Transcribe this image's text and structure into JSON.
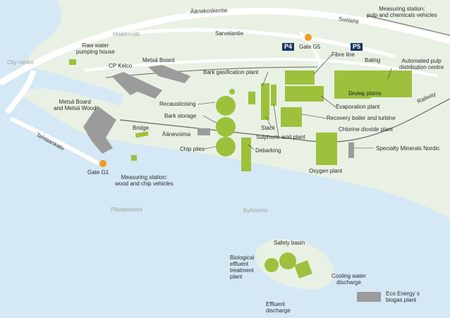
{
  "colors": {
    "land": "#e9f1e4",
    "water": "#d4e8f5",
    "road": "#ffffff",
    "building_green": "#9dc13c",
    "building_gray": "#9b9b9b",
    "gate": "#f49a1c",
    "parking": "#1f3563",
    "rail": "#666666"
  },
  "roads": {
    "aanekoskentie": "Äänekoskentie",
    "suolahti": "Suolahti",
    "sarvelantie": "Sarvelantie",
    "tehtaankatu": "Tehtaankatu",
    "railway": "Railway"
  },
  "areas": {
    "hiskinmaki": "Hiskinmäki",
    "city_centre": "City centre",
    "piilolanniemi": "Piilolanniemi",
    "kuhnamo": "Kuhnamo"
  },
  "parking": {
    "p4": "P4",
    "p5": "P5"
  },
  "gates": {
    "g5": "Gate G5",
    "g1": "Gate G1"
  },
  "facilities": {
    "measuring_top": "Measuring station:\npulp and chemicals vehicles",
    "raw_water": "Raw water\npumping house",
    "metsa_board": "Metsä Board",
    "cp_kelco": "CP Kelco",
    "metsa_board_wood": "Metsä Board\nand Metsä Wood",
    "bark_gasification": "Bark gasification plant",
    "fibre_line": "Fibre line",
    "baling": "Baling",
    "automated_pulp": "Automated pulp\ndistribution centre",
    "drying_plants": "Drying plants",
    "evaporation": "Evaporation plant",
    "recausticising": "Recausticising",
    "bark_storage": "Bark storage",
    "recovery_boiler": "Recovery boiler and turbine",
    "stack": "Stack",
    "sulphuric": "Sulphuric acid plant",
    "chlorine": "Chlorine dioxide plant",
    "aanevoima": "Äänevoima",
    "bridge": "Bridge",
    "chip_piles": "Chip piles",
    "debarking": "Debarking",
    "specialty": "Specialty Minerals Nordic",
    "oxygen": "Oxygen plant",
    "measuring_bottom": "Measuring station:\nwood and chip vehicles",
    "safety_basin": "Safety basin",
    "bio_effluent": "Biological\neffluent\ntreatment\nplant",
    "cooling_water": "Cooling water\ndischarge",
    "eco_energy": "Eco Energy´s\nbiogas plant",
    "effluent_discharge": "Effluent\ndischarge"
  }
}
